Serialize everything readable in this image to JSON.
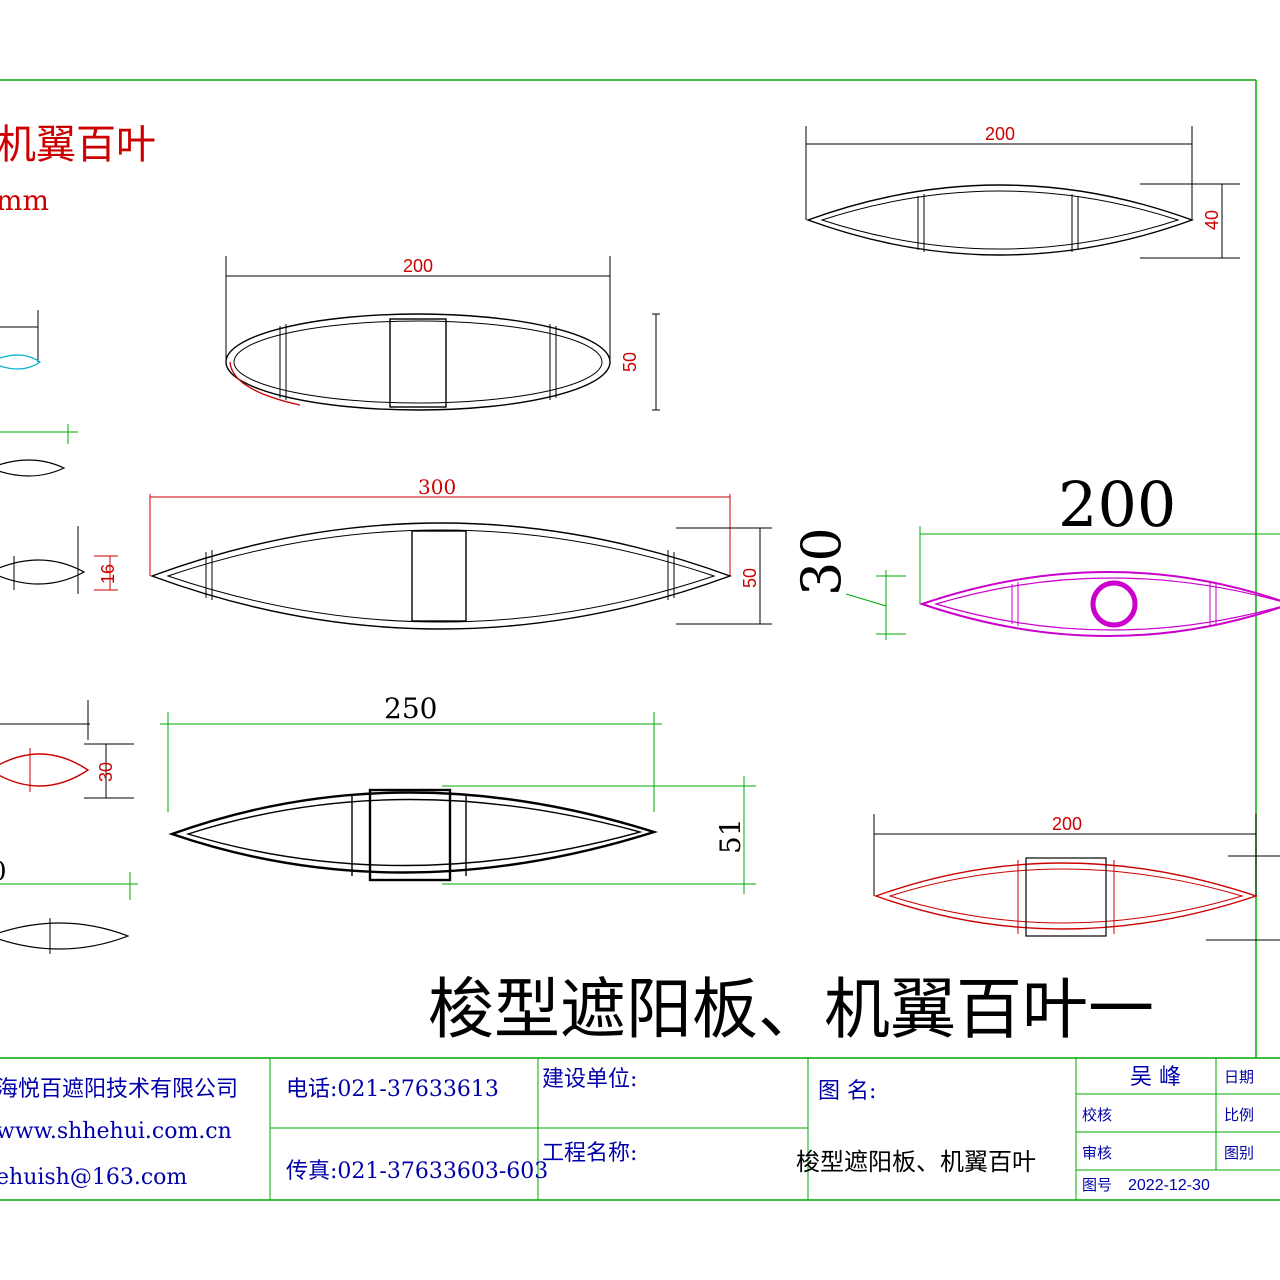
{
  "header": {
    "title_fragment": "机翼百叶",
    "unit_fragment": "mm"
  },
  "profiles": {
    "p1": {
      "width": "200",
      "height": "40"
    },
    "p2": {
      "width": "200",
      "height": "50"
    },
    "p3": {
      "width": "300",
      "height": "50"
    },
    "p4": {
      "width": "200",
      "height": "30"
    },
    "p5": {
      "width": "250",
      "height": "51"
    },
    "p6": {
      "width": "200"
    },
    "left1": {
      "height": "16"
    },
    "left2": {
      "height": "30"
    },
    "left3": {
      "width_fragment": "0"
    }
  },
  "main_title": "梭型遮阳板、机翼百叶一",
  "title_block": {
    "company": "海悦百遮阳技术有限公司",
    "website": "www.shhehui.com.cn",
    "email": "ehuish@163.com",
    "phone": "电话:021-37633613",
    "fax": "传真:021-37633603-603",
    "construction_unit": "建设单位:",
    "project_name": "工程名称:",
    "drawing_name_label": "图  名:",
    "drawing_name": "梭型遮阳板、机翼百叶",
    "designer": "吴  峰",
    "check": "校核",
    "review": "审核",
    "drawing_no_label": "图号",
    "date_label": "日期",
    "scale_label": "比例",
    "sheet_label": "图别",
    "date": "2022-12-30"
  },
  "colors": {
    "frame": "#00aa00",
    "dim_red": "#cc0000",
    "title_red": "#cc0000",
    "magenta": "#cc00cc",
    "cyan": "#00b0d0",
    "text_blue": "#0000aa"
  }
}
